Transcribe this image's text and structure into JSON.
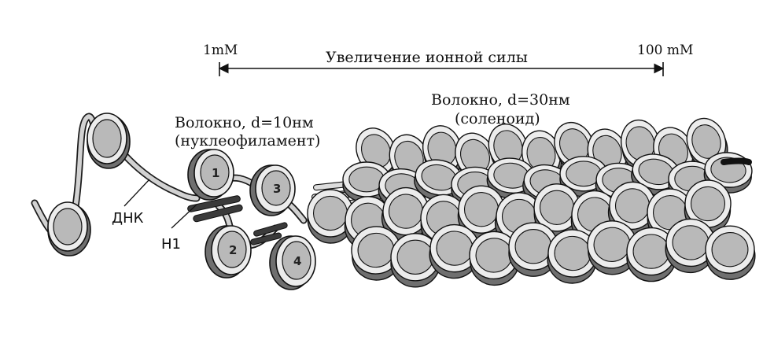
{
  "labels": {
    "ionic_left": "1mM",
    "ionic_right": "100 mM",
    "ionic_title": "Увеличение ионной силы",
    "fiber10_line1": "Волокно, d=10нм",
    "fiber10_line2": "(нуклеофиламент)",
    "fiber30_line1": "Волокно, d=30нм",
    "fiber30_line2": "(соленоид)",
    "dna": "ДНК",
    "h1": "Н1"
  },
  "nucleosome_numbers": [
    "1",
    "2",
    "3",
    "4"
  ],
  "colors": {
    "ink": "#111111",
    "disc_face": "#b9b9b9",
    "disc_rim": "#6f6f6f",
    "dna_strand": "#d2d2d2",
    "histone_h1": "#3a3a3a",
    "background": "#ffffff"
  }
}
